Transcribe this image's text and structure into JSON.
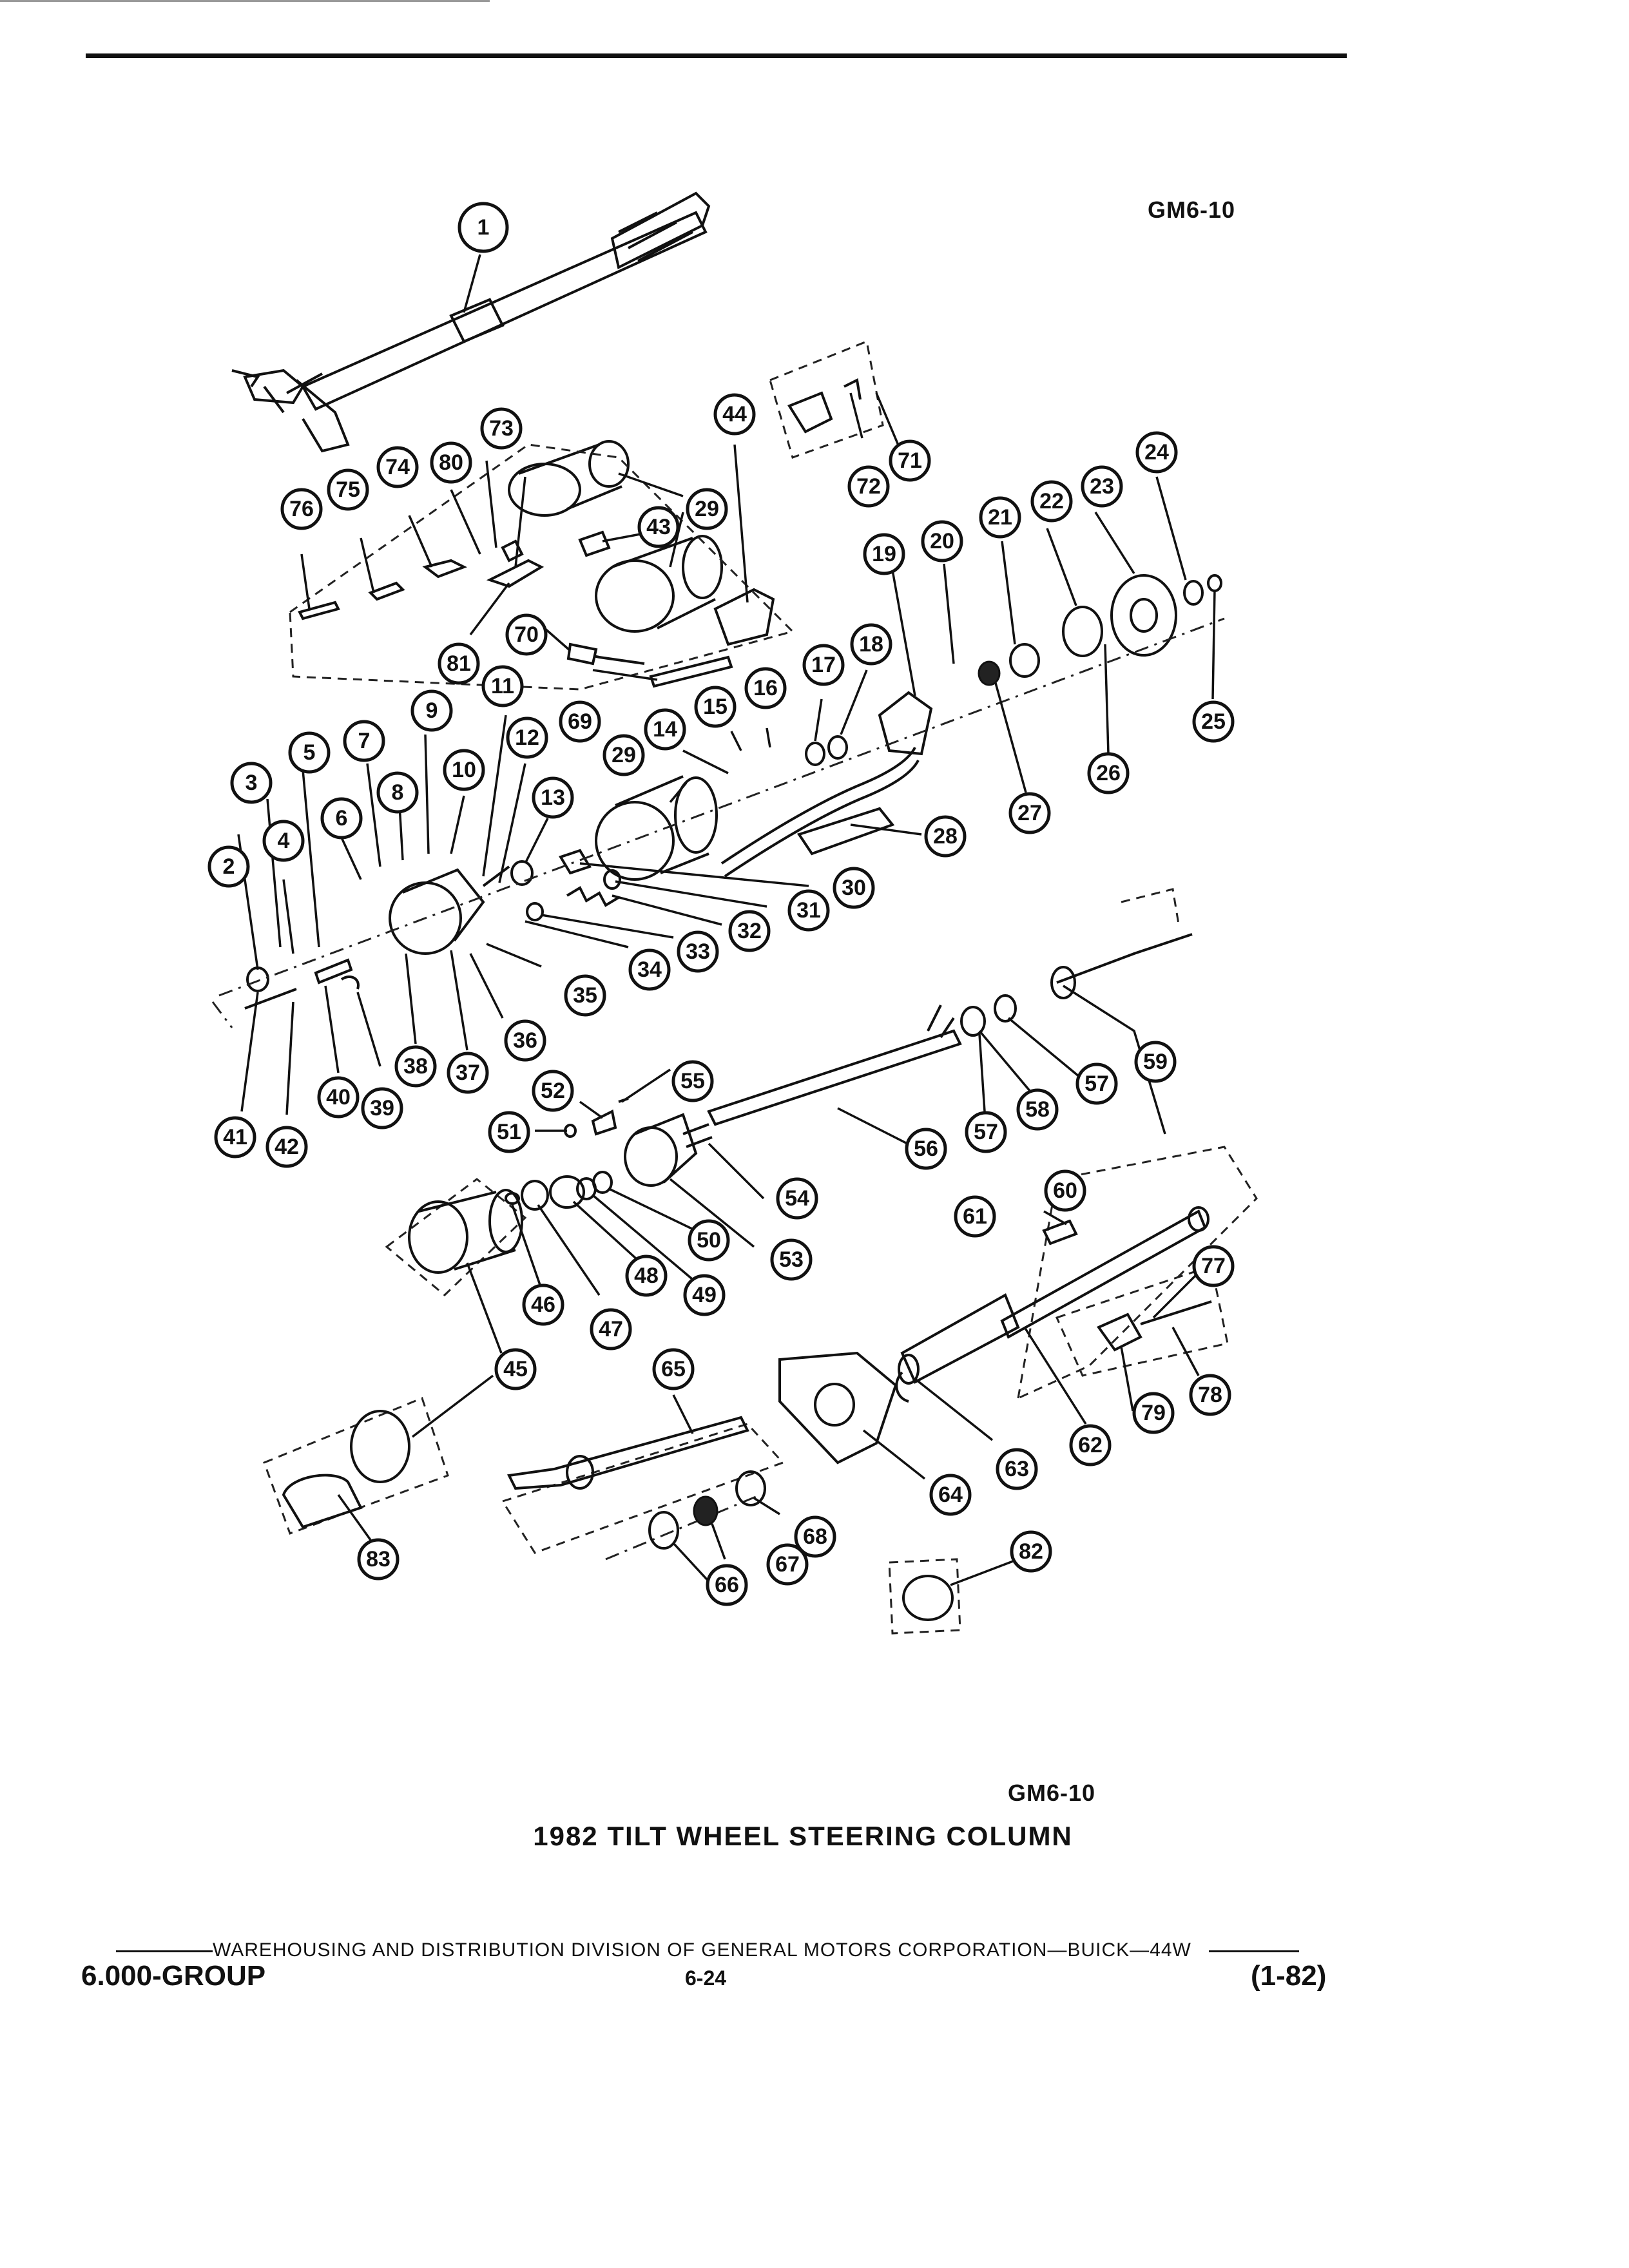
{
  "figure_code_top": "GM6-10",
  "figure_code_bottom": "GM6-10",
  "title": "1982 TILT WHEEL STEERING COLUMN",
  "footer": {
    "division": "WAREHOUSING AND DISTRIBUTION  DIVISION OF GENERAL MOTORS CORPORATION—BUICK—44W",
    "group": "6.000-GROUP",
    "page": "6-24",
    "revision": "(1-82)"
  },
  "callouts": [
    "1",
    "2",
    "3",
    "4",
    "5",
    "6",
    "7",
    "8",
    "9",
    "10",
    "11",
    "12",
    "13",
    "14",
    "15",
    "16",
    "17",
    "18",
    "19",
    "20",
    "21",
    "22",
    "23",
    "24",
    "25",
    "26",
    "27",
    "28",
    "29",
    "30",
    "31",
    "32",
    "33",
    "34",
    "35",
    "36",
    "37",
    "38",
    "39",
    "40",
    "41",
    "42",
    "43",
    "44",
    "45",
    "46",
    "47",
    "48",
    "49",
    "50",
    "51",
    "52",
    "53",
    "54",
    "55",
    "56",
    "57",
    "58",
    "59",
    "60",
    "61",
    "62",
    "63",
    "64",
    "65",
    "66",
    "67",
    "68",
    "69",
    "70",
    "71",
    "72",
    "73",
    "74",
    "75",
    "76",
    "77",
    "78",
    "79",
    "80",
    "81",
    "82",
    "83"
  ]
}
